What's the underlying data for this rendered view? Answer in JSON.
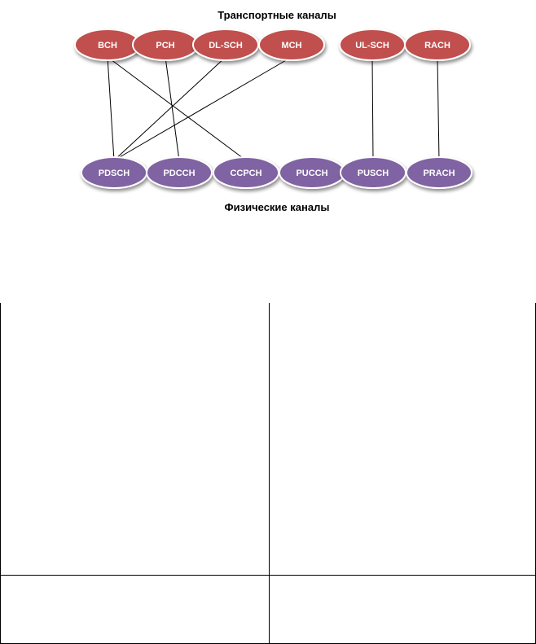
{
  "headings": {
    "transport": "Транспортные каналы",
    "physical": "Физические каналы"
  },
  "colors": {
    "transport_fill": "#c0504d",
    "transport_stroke": "#ffffff",
    "physical_fill": "#8064a2",
    "physical_stroke": "#ffffff",
    "link": "#000000",
    "table_border": "#000000"
  },
  "transport_channels": [
    {
      "id": "bch",
      "label": "BCH"
    },
    {
      "id": "pch",
      "label": "PCH"
    },
    {
      "id": "dl-sch",
      "label": "DL-SCH"
    },
    {
      "id": "mch",
      "label": "MCH"
    },
    {
      "id": "ul-sch",
      "label": "UL-SCH"
    },
    {
      "id": "rach",
      "label": "RACH"
    }
  ],
  "physical_channels": [
    {
      "id": "pdsch",
      "label": "PDSCH"
    },
    {
      "id": "pdcch",
      "label": "PDCCH"
    },
    {
      "id": "ccpch",
      "label": "CCPCH"
    },
    {
      "id": "pucch",
      "label": "PUCCH"
    },
    {
      "id": "pusch",
      "label": "PUSCH"
    },
    {
      "id": "prach",
      "label": "PRACH"
    }
  ],
  "mappings": [
    {
      "from": "bch",
      "to": "pdsch"
    },
    {
      "from": "bch",
      "to": "ccpch"
    },
    {
      "from": "pch",
      "to": "pdcch"
    },
    {
      "from": "dl-sch",
      "to": "pdsch"
    },
    {
      "from": "mch",
      "to": "pdsch"
    },
    {
      "from": "ul-sch",
      "to": "pusch"
    },
    {
      "from": "rach",
      "to": "prach"
    }
  ]
}
